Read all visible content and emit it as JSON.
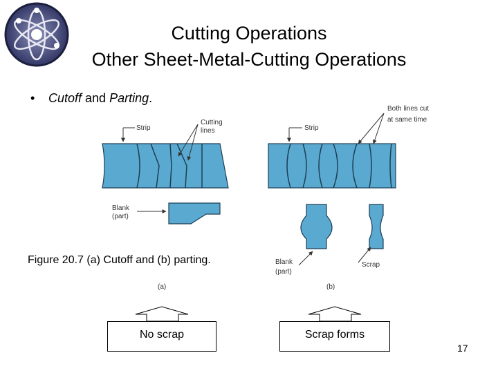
{
  "title": {
    "line1": "Cutting Operations",
    "line2": "Other Sheet-Metal-Cutting Operations"
  },
  "bullet": {
    "symbol": "•",
    "term1": "Cutoff",
    "connector": " and ",
    "term2": "Parting",
    "end": "."
  },
  "figure": {
    "a": {
      "strip_label": "Strip",
      "cutting_lines_line1": "Cutting",
      "cutting_lines_line2": "lines",
      "blank_line1": "Blank",
      "blank_line2": "(part)",
      "letter": "(a)"
    },
    "b": {
      "both_lines_line1": "Both lines cut",
      "both_lines_line2": "at same time",
      "strip_label": "Strip",
      "blank_line1": "Blank",
      "blank_line2": "(part)",
      "scrap_label": "Scrap",
      "letter": "(b)"
    },
    "caption": "Figure 20.7 (a) Cutoff and (b) parting.",
    "part_color": "#5aa9d0"
  },
  "boxes": {
    "a": "No scrap",
    "b": "Scrap forms"
  },
  "page_number": "17",
  "logo": {
    "icon": "atom-icon"
  }
}
